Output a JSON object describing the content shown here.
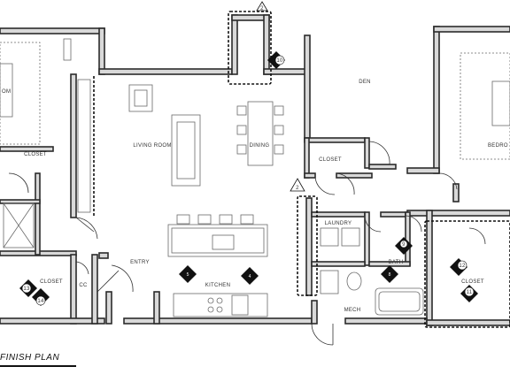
{
  "rooms": {
    "den": "DEN",
    "living_room": "LIVING ROOM",
    "dining": "DINING",
    "closet_top": "CLOSET",
    "closet_left": "CLOSET",
    "closet_bottom_left": "CLOSET",
    "closet_right": "CLOSET",
    "laundry": "LAUNDRY",
    "entry": "ENTRY",
    "kitchen": "KITCHEN",
    "bath": "BATH",
    "mech": "MECH",
    "cc": "CC",
    "bedroom_partial": "BEDRO",
    "left_room_partial": "OM"
  },
  "callouts": {
    "section_top": "2",
    "section_mid": "2",
    "elev_10": "10",
    "elev_5": "5",
    "elev_4": "4",
    "elev_9": "9",
    "elev_8": "8",
    "elev_12": "12",
    "elev_11": "11",
    "elev_13": "13",
    "elev_14": "14"
  },
  "title": "FINISH PLAN"
}
